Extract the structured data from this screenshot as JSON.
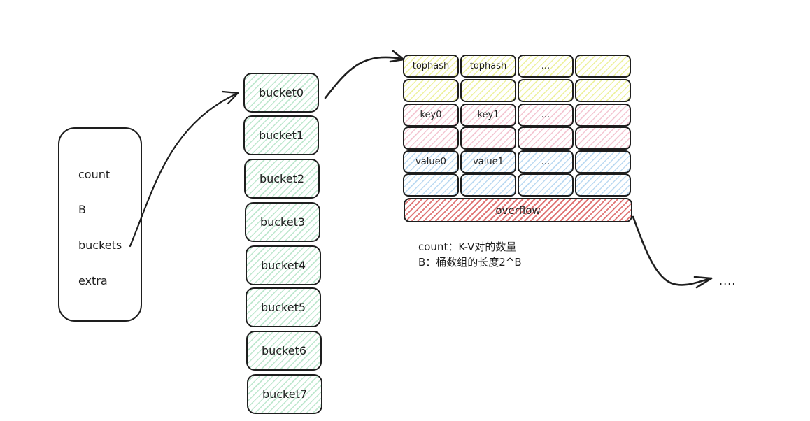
{
  "hmap": {
    "fields": [
      "count",
      "B",
      "buckets",
      "extra"
    ]
  },
  "buckets": [
    "bucket0",
    "bucket1",
    "bucket2",
    "bucket3",
    "bucket4",
    "bucket5",
    "bucket6",
    "bucket7"
  ],
  "bucket_detail": {
    "rows": [
      {
        "color": "yellow",
        "cells": [
          "tophash",
          "tophash",
          "...",
          ""
        ]
      },
      {
        "color": "yellow",
        "cells": [
          "",
          "",
          "",
          ""
        ]
      },
      {
        "color": "pink",
        "cells": [
          "key0",
          "key1",
          "...",
          ""
        ]
      },
      {
        "color": "pink",
        "cells": [
          "",
          "",
          "",
          ""
        ]
      },
      {
        "color": "blue",
        "cells": [
          "value0",
          "value1",
          "...",
          ""
        ]
      },
      {
        "color": "blue",
        "cells": [
          "",
          "",
          "",
          ""
        ]
      }
    ],
    "overflow_label": "overflow"
  },
  "notes": [
    "count：K-V对的数量",
    "B：桶数组的长度2^B"
  ],
  "continuation": "....",
  "colors": {
    "stroke": "#1e1e1e",
    "bucket_hatch": "#bfe8cf",
    "tophash_hatch": "#eef2a0",
    "key_hatch": "#f4c7d3",
    "value_hatch": "#bcdaf2",
    "overflow_hatch": "#e07575"
  }
}
